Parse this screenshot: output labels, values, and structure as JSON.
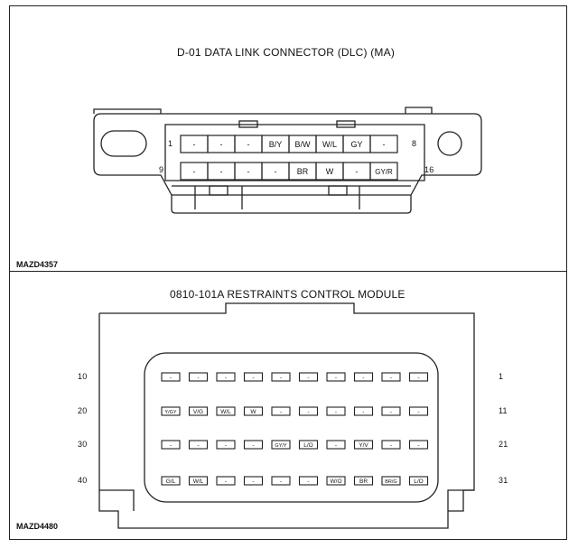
{
  "top_panel": {
    "title": "D-01 DATA LINK CONNECTOR (DLC) (MA)",
    "ref_code": "MAZD4357",
    "end_labels": {
      "row1_left": "1",
      "row1_right": "8",
      "row2_left": "9",
      "row2_right": "16"
    },
    "row1": [
      "-",
      "-",
      "-",
      "B/Y",
      "B/W",
      "W/L",
      "GY",
      "-"
    ],
    "row2": [
      "-",
      "-",
      "-",
      "-",
      "BR",
      "W",
      "-",
      "GY/R"
    ]
  },
  "bottom_panel": {
    "title": "0810-101A RESTRAINTS CONTROL MODULE",
    "ref_code": "MAZD4480",
    "rows": [
      {
        "left": "10",
        "right": "1",
        "pins": [
          "-",
          "-",
          "-",
          "-",
          "-",
          "-",
          "-",
          "-",
          "-",
          "-"
        ]
      },
      {
        "left": "20",
        "right": "11",
        "pins": [
          "Y/GY",
          "V/G",
          "W/L",
          "W",
          "-",
          "-",
          "-",
          "-",
          "-",
          "-"
        ]
      },
      {
        "left": "30",
        "right": "21",
        "pins": [
          "-",
          "-",
          "-",
          "-",
          "GY/Y",
          "L/O",
          "-",
          "Y/V",
          "-",
          "-"
        ]
      },
      {
        "left": "40",
        "right": "31",
        "pins": [
          "G/L",
          "W/L",
          "-",
          "-",
          "-",
          "-",
          "W/O",
          "BR",
          "BR/G",
          "L/O"
        ]
      }
    ]
  }
}
